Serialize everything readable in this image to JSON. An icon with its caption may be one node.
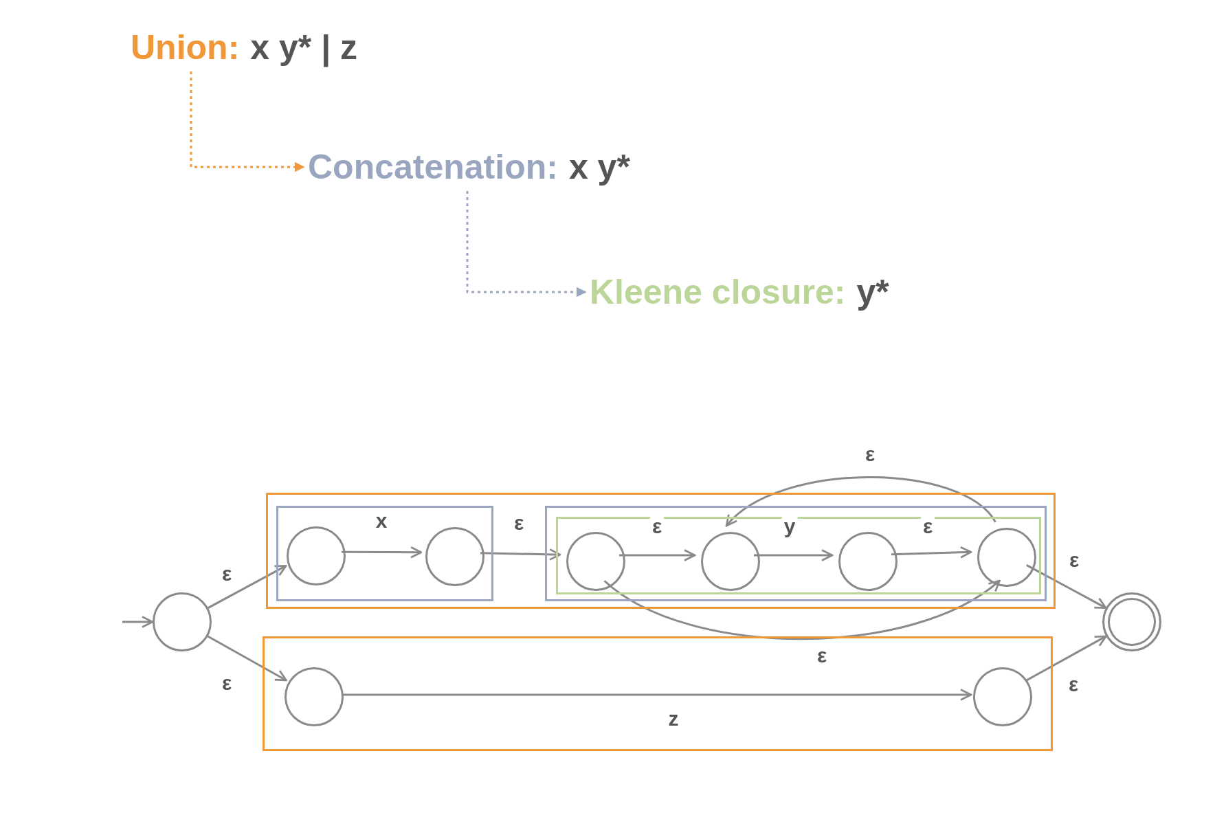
{
  "diagram": {
    "nodes": [
      {
        "text": [
          "Union:",
          "x y* | z"
        ]
      },
      {
        "text": [
          "Concatenation:",
          "x y*"
        ]
      },
      {
        "text": [
          "Kleene closure:",
          "y*"
        ]
      },
      {
        "text": [],
        "shape": "box"
      },
      {
        "text": [],
        "shape": "box",
        "in": 3
      },
      {
        "text": [],
        "shape": "circle",
        "in": 4
      },
      {
        "text": [],
        "shape": "circle",
        "in": 4
      },
      {
        "text": [],
        "shape": "box",
        "in": 3
      },
      {
        "text": [],
        "shape": "box",
        "in": 7
      },
      {
        "text": [],
        "shape": "circle",
        "in": 8
      },
      {
        "text": [],
        "shape": "circle",
        "in": 8
      },
      {
        "text": [],
        "shape": "circle",
        "in": 8
      },
      {
        "text": [],
        "shape": "circle",
        "in": 8
      },
      {
        "text": [],
        "shape": "circle"
      },
      {
        "text": [],
        "shape": "box"
      },
      {
        "text": [],
        "shape": "circle",
        "in": 14
      },
      {
        "text": [],
        "shape": "circle",
        "in": 14
      },
      {
        "text": [],
        "shape": "circle"
      }
    ],
    "edges": [
      {
        "from": 0,
        "to": 1,
        "arrow": "to",
        "style": "dashed",
        "color": "#f0973a"
      },
      {
        "from": 1,
        "to": 2,
        "arrow": "to",
        "style": "dashed",
        "color": "#9aa6c0"
      },
      {
        "from": null,
        "to": 13,
        "arrow": "to"
      },
      {
        "from": 13,
        "to": 5,
        "arrow": "to",
        "label": "ε"
      },
      {
        "from": 13,
        "to": 15,
        "arrow": "to",
        "label": "ε"
      },
      {
        "from": 5,
        "to": 6,
        "arrow": "to",
        "label": "x"
      },
      {
        "from": 6,
        "to": 9,
        "arrow": "to",
        "label": "ε"
      },
      {
        "from": 9,
        "to": 10,
        "arrow": "to",
        "label": "ε"
      },
      {
        "from": 10,
        "to": 11,
        "arrow": "to",
        "label": "y"
      },
      {
        "from": 11,
        "to": 12,
        "arrow": "to",
        "label": "ε"
      },
      {
        "from": 12,
        "to": 10,
        "arrow": "to",
        "label": "ε"
      },
      {
        "from": 9,
        "to": 12,
        "arrow": "to",
        "label": "ε"
      },
      {
        "from": 15,
        "to": 16,
        "arrow": "to",
        "label": "z"
      },
      {
        "from": 12,
        "to": 17,
        "arrow": "to",
        "label": "ε"
      },
      {
        "from": 16,
        "to": 17,
        "arrow": "to",
        "label": "ε"
      }
    ]
  }
}
